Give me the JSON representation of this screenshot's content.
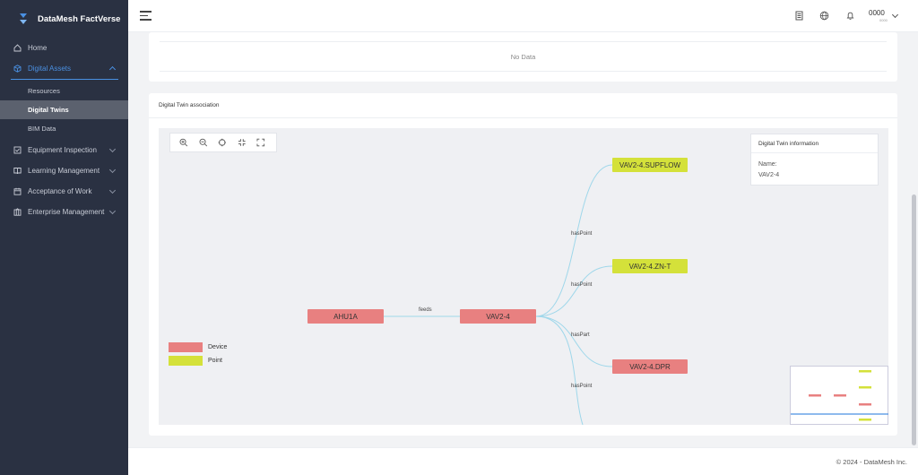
{
  "app": {
    "title": "DataMesh FactVerse"
  },
  "sidebar": {
    "items": [
      {
        "label": "Home",
        "icon": "home-icon"
      },
      {
        "label": "Digital Assets",
        "icon": "cube-icon"
      },
      {
        "label": "Equipment Inspection",
        "icon": "checklist-icon"
      },
      {
        "label": "Learning Management",
        "icon": "book-icon"
      },
      {
        "label": "Acceptance of Work",
        "icon": "calendar-icon"
      },
      {
        "label": "Enterprise Management",
        "icon": "building-icon"
      }
    ],
    "submenu": [
      {
        "label": "Resources"
      },
      {
        "label": "Digital Twins"
      },
      {
        "label": "BIM Data"
      }
    ]
  },
  "header": {
    "user_name": "0000",
    "user_sub": "0000"
  },
  "top_card": {
    "empty_text": "No Data"
  },
  "association": {
    "title": "Digital Twin association",
    "info_panel": {
      "title": "Digital Twin information",
      "name_label": "Name:",
      "name_value": "VAV2-4"
    },
    "nodes": {
      "ahu": "AHU1A",
      "vav": "VAV2-4",
      "supflow": "VAV2-4.SUPFLOW",
      "znt": "VAV2-4.ZN-T",
      "dpr": "VAV2-4.DPR"
    },
    "edges": {
      "feeds": "feeds",
      "haspoint1": "hasPoint",
      "haspoint2": "hasPoint",
      "haspart": "hasPart",
      "haspoint3": "hasPoint"
    },
    "legend": [
      {
        "label": "Device",
        "color": "#e88080"
      },
      {
        "label": "Point",
        "color": "#d4e13a"
      }
    ]
  },
  "footer": {
    "copyright": "© 2024 - DataMesh Inc."
  },
  "colors": {
    "sidebar_bg": "#2a3142",
    "accent": "#4a90e2",
    "device": "#e88080",
    "point": "#d4e13a",
    "edge": "#9fd7ea"
  }
}
